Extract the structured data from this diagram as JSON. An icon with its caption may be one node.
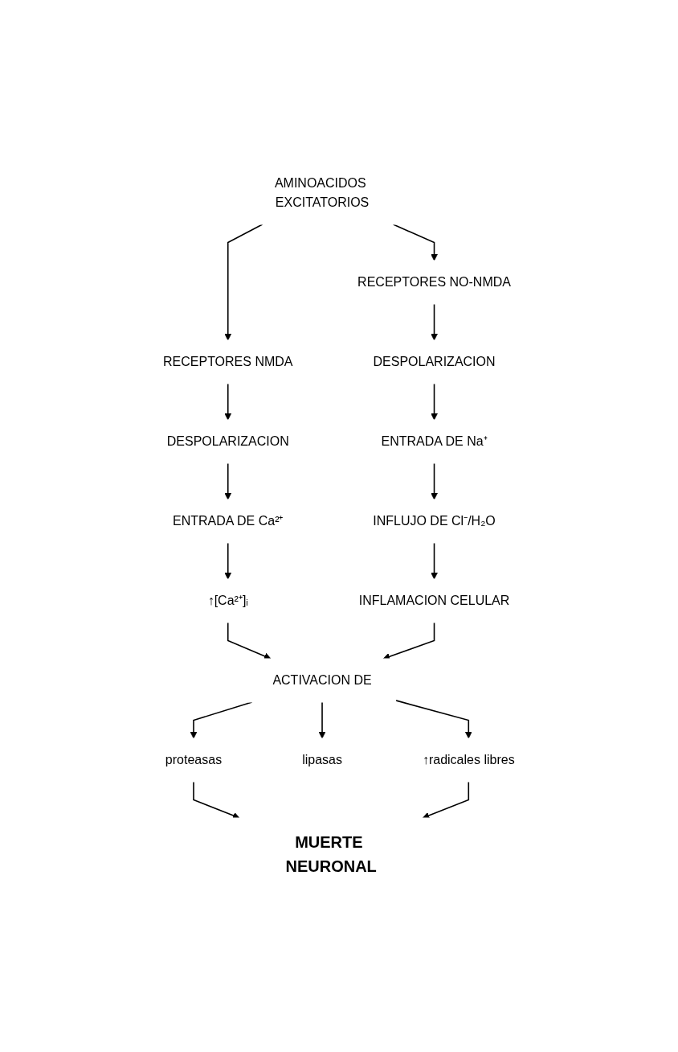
{
  "diagram": {
    "nodes": [
      {
        "text": [
          "AMINOACIDOS EXCITATORIOS"
        ]
      },
      {
        "text": [
          "RECEPTORES NMDA"
        ]
      },
      {
        "text": [
          "RECEPTORES NO-NMDA"
        ]
      },
      {
        "text": [
          "DESPOLARIZACION"
        ]
      },
      {
        "text": [
          "DESPOLARIZACION"
        ]
      },
      {
        "text": [
          "ENTRADA DE Ca²⁺"
        ]
      },
      {
        "text": [
          "ENTRADA DE Na⁺"
        ]
      },
      {
        "text": [
          "INFLUJO DE Cl⁻/H₂O"
        ]
      },
      {
        "text": [
          "INFLAMACION CELULAR"
        ]
      },
      {
        "text": [
          "↑[Ca²⁺]ᵢ"
        ]
      },
      {
        "text": [
          "ACTIVACION DE"
        ]
      },
      {
        "text": [
          "proteasas"
        ]
      },
      {
        "text": [
          "lipasas"
        ]
      },
      {
        "text": [
          "↑radicales libres"
        ]
      },
      {
        "text": [
          "MUERTE NEURONAL"
        ]
      }
    ],
    "edges": [
      {
        "from": 0,
        "to": 1,
        "arrow": "to"
      },
      {
        "from": 0,
        "to": 2,
        "arrow": "to"
      },
      {
        "from": 1,
        "to": 3,
        "arrow": "to"
      },
      {
        "from": 2,
        "to": 4,
        "arrow": "to"
      },
      {
        "from": 3,
        "to": 5,
        "arrow": "to"
      },
      {
        "from": 4,
        "to": 6,
        "arrow": "to"
      },
      {
        "from": 5,
        "to": 9,
        "arrow": "to"
      },
      {
        "from": 6,
        "to": 7,
        "arrow": "to"
      },
      {
        "from": 7,
        "to": 8,
        "arrow": "to"
      },
      {
        "from": 9,
        "to": 10,
        "arrow": "to"
      },
      {
        "from": 8,
        "to": 10,
        "arrow": "to"
      },
      {
        "from": 10,
        "to": 11,
        "arrow": "to"
      },
      {
        "from": 10,
        "to": 12,
        "arrow": "to"
      },
      {
        "from": 10,
        "to": 13,
        "arrow": "to"
      },
      {
        "from": 11,
        "to": 14,
        "arrow": "to"
      },
      {
        "from": 13,
        "to": 14,
        "arrow": "to"
      }
    ]
  }
}
